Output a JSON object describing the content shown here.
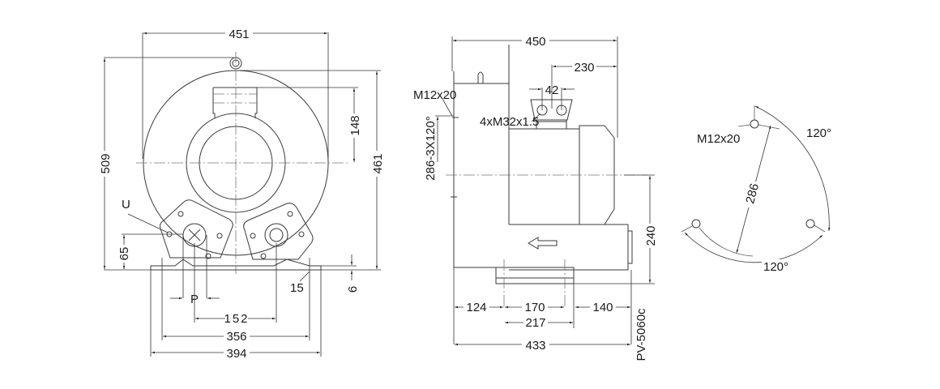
{
  "drawing": {
    "model": "PV-5060c",
    "front_view": {
      "dims": {
        "overall_width": "451",
        "overall_height": "509",
        "center_height": "461",
        "outlet_height": "148",
        "flange_center_height": "65",
        "foot_thickness": "6",
        "port_spacing": "152",
        "foot_hole_spacing": "356",
        "foot_width": "394",
        "foot_hole_dia": "15",
        "port_label": "P",
        "port_tap_label": "U"
      }
    },
    "side_view": {
      "dims": {
        "overall_length": "450",
        "flange_offset": "230",
        "port_spacing": "42",
        "port_thread": "4xM32x1.5",
        "mount_thread": "M12x20",
        "bolt_circle": "286-3X120°",
        "center_height": "240",
        "foot_offset_left": "124",
        "foot_hole_spacing": "170",
        "foot_offset_right": "140",
        "foot_length": "217",
        "base_length": "433"
      }
    },
    "bolt_pattern_view": {
      "dims": {
        "thread": "M12x20",
        "pcd": "286",
        "angle_top": "120°",
        "angle_bottom": "120°"
      }
    }
  }
}
